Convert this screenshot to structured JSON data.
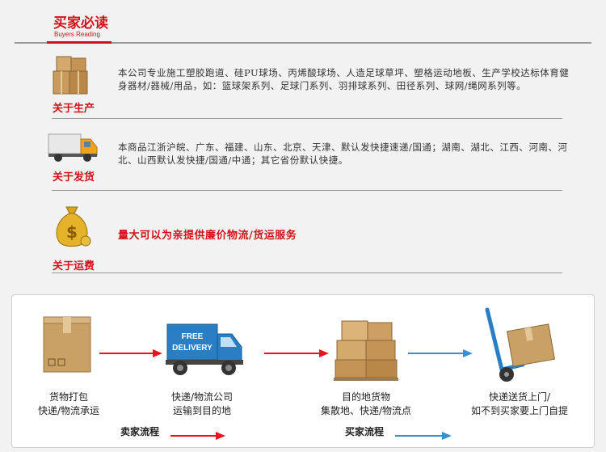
{
  "header": {
    "title_cn": "买家必读",
    "title_en": "Buyers Reading"
  },
  "sections": [
    {
      "label": "关于生产",
      "icon": "boxes-icon",
      "text": "本公司专业施工塑胶跑道、硅PU球场、丙烯酸球场、人造足球草坪、塑格运动地板、生产学校达标体育健身器材/器械/用品，如：篮球架系列、足球门系列、羽排球系列、田径系列、球网/绳网系列等。"
    },
    {
      "label": "关于发货",
      "icon": "truck-icon",
      "text": "本商品江浙沪皖、广东、福建、山东、北京、天津、默认发快捷速递/国通；湖南、湖北、江西、河南、河北、山西默认发快捷/国通/中通；其它省份默认快捷。"
    },
    {
      "label": "关于运费",
      "icon": "money-bag-icon",
      "text": "量大可以为亲提供廉价物流/货运服务"
    }
  ],
  "flow": {
    "steps": [
      {
        "line1": "货物打包",
        "line2": "快递/物流承运"
      },
      {
        "line1": "快递/物流公司",
        "line2": "运输到目的地"
      },
      {
        "line1": "目的地货物",
        "line2": "集散地、快递/物流点"
      },
      {
        "line1": "快递送货上门/",
        "line2": "如不到买家要上门自提"
      }
    ],
    "truck_text_1": "FREE",
    "truck_text_2": "DELIVERY",
    "legend_seller": "卖家流程",
    "legend_buyer": "买家流程",
    "colors": {
      "seller": "#e8141b",
      "buyer": "#3a8fd0"
    }
  }
}
